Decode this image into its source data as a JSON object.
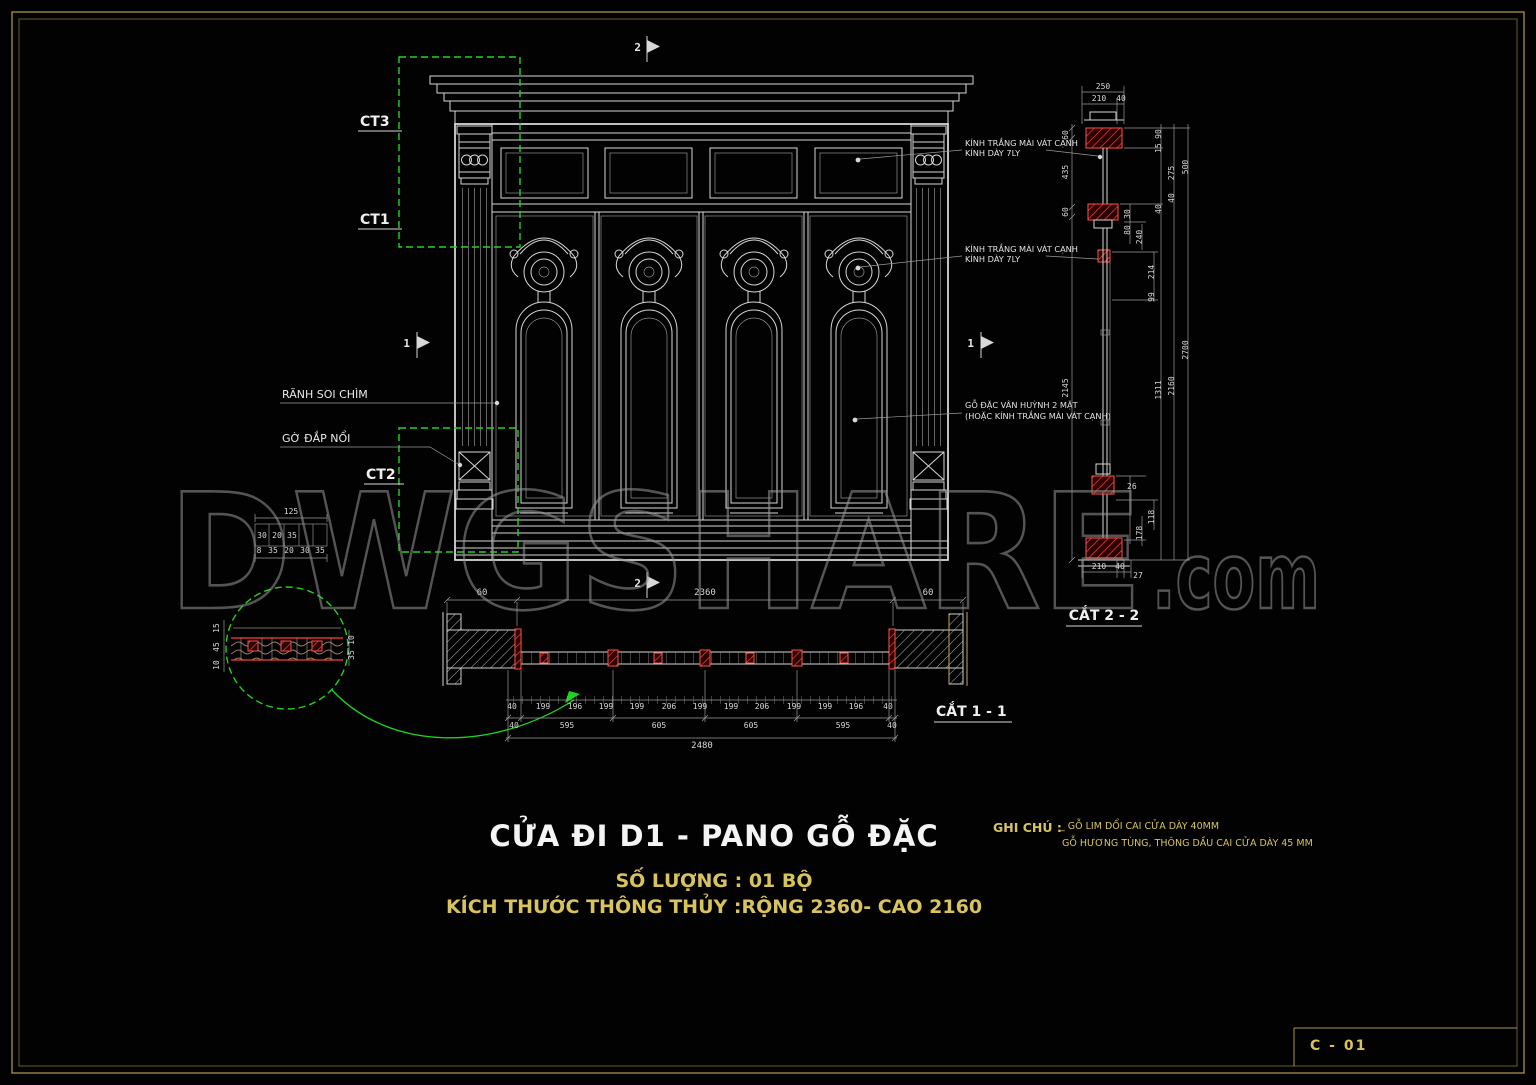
{
  "page": {
    "sheet_number": "C - 01",
    "watermark_main": "DWGSHARE",
    "watermark_suffix": ".com",
    "colors": {
      "border_yellow": "#a8924a",
      "line_white": "#d6d6d6",
      "highlight_red": "#ff4038",
      "callout_green": "#1fd41f",
      "text_yellow": "#d9c35f"
    }
  },
  "title_block": {
    "title": "CỬA ĐI D1 - PANO GỖ ĐẶC",
    "quantity": "SỐ LƯỢNG : 01 BỘ",
    "clear_size": "KÍCH THƯỚC THÔNG THỦY :RỘNG 2360- CAO 2160"
  },
  "notes": {
    "label": "GHI CHÚ :",
    "line1": "_ GỖ LIM DỔI CAI CỬA DÀY 40MM",
    "line2": "GỖ HƯƠNG TÙNG, THÔNG DẦU CAI CỬA DÀY 45 MM"
  },
  "callouts": {
    "ct3": "CT3",
    "ct1": "CT1",
    "ct2": "CT2",
    "ranh_soi_chim": "RÃNH SOI CHÌM",
    "go_dap_noi": "GỜ ĐẮP NỔI",
    "kinh_trang_mai_vat_canh": "KÍNH TRẮNG MÀI VÁT CẠNH",
    "kinh_day_7ly": "KÍNH DÀY 7LY",
    "go_dac": "GỖ ĐẶC VÂN HUỲNH 2 MẶT",
    "go_dac_alt": "(HOẶC KÍNH TRẮNG MÀI VÁT CẠNH)"
  },
  "section_labels": {
    "cat_2_2": "CẮT 2 - 2",
    "cat_1_1": "CẮT 1 - 1"
  },
  "markers": {
    "section_2": "2",
    "section_1": "1"
  },
  "dims": {
    "s22_top": [
      "250",
      "210",
      "40"
    ],
    "s22_left": [
      "60",
      "435",
      "60",
      "2145"
    ],
    "s22_mid": [
      "30",
      "80",
      "240",
      "214",
      "99",
      "26",
      "118",
      "178"
    ],
    "s22_right": [
      "90",
      "15",
      "40",
      "1311",
      "275",
      "40",
      "2160",
      "500",
      "2700"
    ],
    "s22_bottom": [
      "210",
      "40",
      "27"
    ],
    "s11_top": [
      "60",
      "2360",
      "60"
    ],
    "s11_chain1": [
      "40",
      "199",
      "196",
      "199",
      "199",
      "206",
      "199",
      "199",
      "206",
      "199",
      "199",
      "196",
      "40"
    ],
    "s11_chain2": [
      "40",
      "595",
      "605",
      "605",
      "595",
      "40"
    ],
    "s11_total": "2480",
    "detail_width": "125",
    "detail_row2": [
      "30",
      "20",
      "35"
    ],
    "detail_row3": [
      "8",
      "35",
      "20",
      "30",
      "35"
    ],
    "detail_left": [
      "15",
      "45",
      "10"
    ],
    "detail_right": [
      "10",
      "35"
    ]
  }
}
